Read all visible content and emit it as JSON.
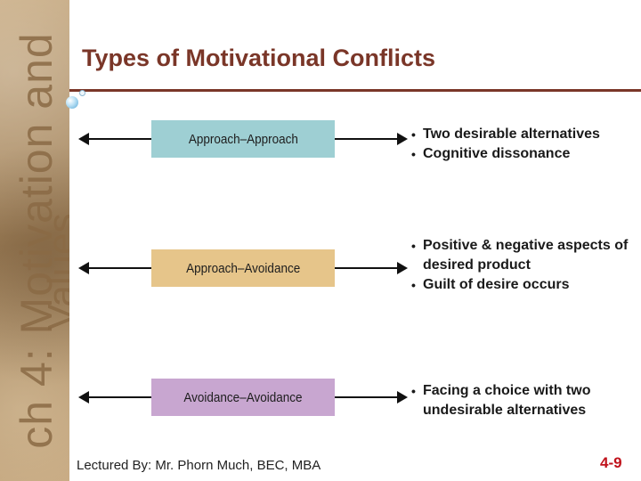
{
  "slide": {
    "title": "Types of Motivational Conflicts",
    "sidebar_text_1": "ch 4: Motivation and",
    "sidebar_text_2": "Values"
  },
  "conflicts": [
    {
      "label": "Approach–Approach",
      "color": "#9ecfd3",
      "bullets": [
        "Two desirable alternatives",
        "Cognitive dissonance"
      ]
    },
    {
      "label": "Approach–Avoidance",
      "color": "#e6c58a",
      "bullets": [
        "Positive & negative aspects of desired product",
        "Guilt of desire occurs"
      ]
    },
    {
      "label": "Avoidance–Avoidance",
      "color": "#c8a6d0",
      "bullets": [
        "Facing a choice with two undesirable alternatives"
      ]
    }
  ],
  "footer": {
    "lecturer": "Lectured By: Mr. Phorn Much,  BEC,  MBA",
    "page_number": "4-9"
  },
  "colors": {
    "title": "#7a3628",
    "page_number": "#c0121b"
  }
}
